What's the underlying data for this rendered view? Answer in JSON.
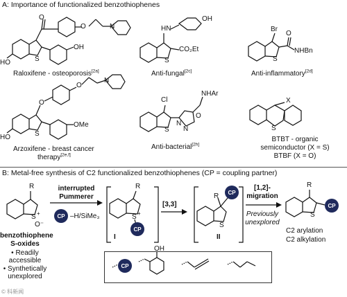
{
  "sectionA": {
    "title": "A: Importance of functionalized benzothiophenes",
    "compounds": [
      {
        "name": "Raloxifene - osteoporosis",
        "ref": "[2a]"
      },
      {
        "name": "Anti-fungal",
        "ref": "[2c]"
      },
      {
        "name": "Anti-inflammatory",
        "ref": "[2d]"
      },
      {
        "name": "Arzoxifene - breast cancer",
        "name2": "therapy",
        "ref": "[2e,f]"
      },
      {
        "name": "Anti-bacterial",
        "ref": "[2h]"
      },
      {
        "name": "BTBT - organic",
        "name2": "semiconductor (X = S)",
        "name3": "BTBF (X = O)"
      }
    ],
    "atoms": {
      "ho": "HO",
      "oh": "OH",
      "o": "O",
      "n": "N",
      "s": "S",
      "ome": "OMe",
      "hn": "HN",
      "co2et": "CO₂Et",
      "br": "Br",
      "nhbn": "NHBn",
      "cl": "Cl",
      "nhar": "NHAr",
      "x": "X"
    }
  },
  "sectionB": {
    "title": "B: Metal-free synthesis of C2 functionalized benzothiophenes (CP = coupling partner)",
    "substrate": {
      "r": "R",
      "s": "S",
      "plus": "+",
      "ominus": "O⁻",
      "name1": "benzothiophene",
      "name2": "S-oxides",
      "bullets": [
        "• Readily",
        "accessible",
        "• Synthetically",
        "unexplored"
      ]
    },
    "step1": {
      "label1": "interrupted",
      "label2": "Pummerer",
      "cp": "CP",
      "reagent": "–H/SiMe₃"
    },
    "intermediate1": {
      "r": "R",
      "s": "S",
      "plus": "+",
      "cp": "CP",
      "label": "I"
    },
    "step2": {
      "label": "[3,3]"
    },
    "intermediate2": {
      "r": "R",
      "s": "S",
      "cp": "CP",
      "label": "II"
    },
    "step3": {
      "label1": "[1,2]-",
      "label2": "migration",
      "note1": "Previously",
      "note2": "unexplored"
    },
    "product": {
      "r": "R",
      "s": "S",
      "cp": "CP",
      "out1": "C2 arylation",
      "out2": "C2 alkylation"
    },
    "cp_box": {
      "cp": "CP",
      "oh": "OH"
    }
  },
  "watermark": "© 科新闻"
}
